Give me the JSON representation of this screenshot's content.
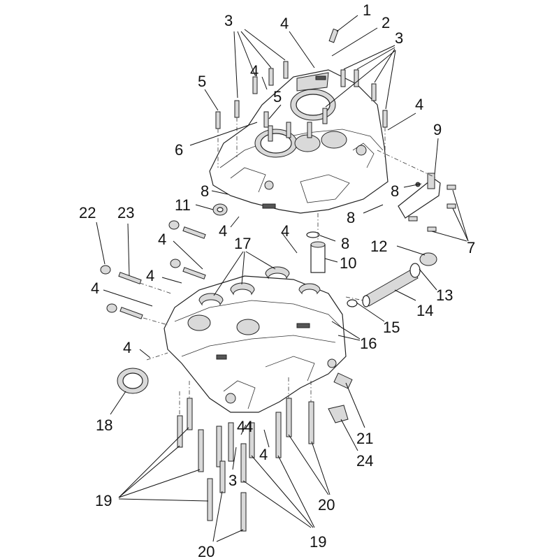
{
  "figure": {
    "callouts": [
      {
        "id": "c1",
        "text": "1"
      },
      {
        "id": "c2",
        "text": "2"
      },
      {
        "id": "c3a",
        "text": "3"
      },
      {
        "id": "c3b",
        "text": "3"
      },
      {
        "id": "c3c",
        "text": "3"
      },
      {
        "id": "c4a",
        "text": "4"
      },
      {
        "id": "c4b",
        "text": "4"
      },
      {
        "id": "c4c",
        "text": "4"
      },
      {
        "id": "c4d",
        "text": "4"
      },
      {
        "id": "c4e",
        "text": "4"
      },
      {
        "id": "c4f",
        "text": "4"
      },
      {
        "id": "c4g",
        "text": "4"
      },
      {
        "id": "c4h",
        "text": "4"
      },
      {
        "id": "c4i",
        "text": "4"
      },
      {
        "id": "c4j",
        "text": "4"
      },
      {
        "id": "c4k",
        "text": "4"
      },
      {
        "id": "c4l",
        "text": "4"
      },
      {
        "id": "c5a",
        "text": "5"
      },
      {
        "id": "c5b",
        "text": "5"
      },
      {
        "id": "c6",
        "text": "6"
      },
      {
        "id": "c7",
        "text": "7"
      },
      {
        "id": "c8a",
        "text": "8"
      },
      {
        "id": "c8b",
        "text": "8"
      },
      {
        "id": "c8c",
        "text": "8"
      },
      {
        "id": "c8d",
        "text": "8"
      },
      {
        "id": "c9",
        "text": "9"
      },
      {
        "id": "c10",
        "text": "10"
      },
      {
        "id": "c11",
        "text": "11"
      },
      {
        "id": "c12",
        "text": "12"
      },
      {
        "id": "c13",
        "text": "13"
      },
      {
        "id": "c14",
        "text": "14"
      },
      {
        "id": "c15",
        "text": "15"
      },
      {
        "id": "c16",
        "text": "16"
      },
      {
        "id": "c17",
        "text": "17"
      },
      {
        "id": "c18",
        "text": "18"
      },
      {
        "id": "c19a",
        "text": "19"
      },
      {
        "id": "c19b",
        "text": "19"
      },
      {
        "id": "c20a",
        "text": "20"
      },
      {
        "id": "c20b",
        "text": "20"
      },
      {
        "id": "c21",
        "text": "21"
      },
      {
        "id": "c22",
        "text": "22"
      },
      {
        "id": "c23",
        "text": "23"
      },
      {
        "id": "c24",
        "text": "24"
      }
    ]
  }
}
